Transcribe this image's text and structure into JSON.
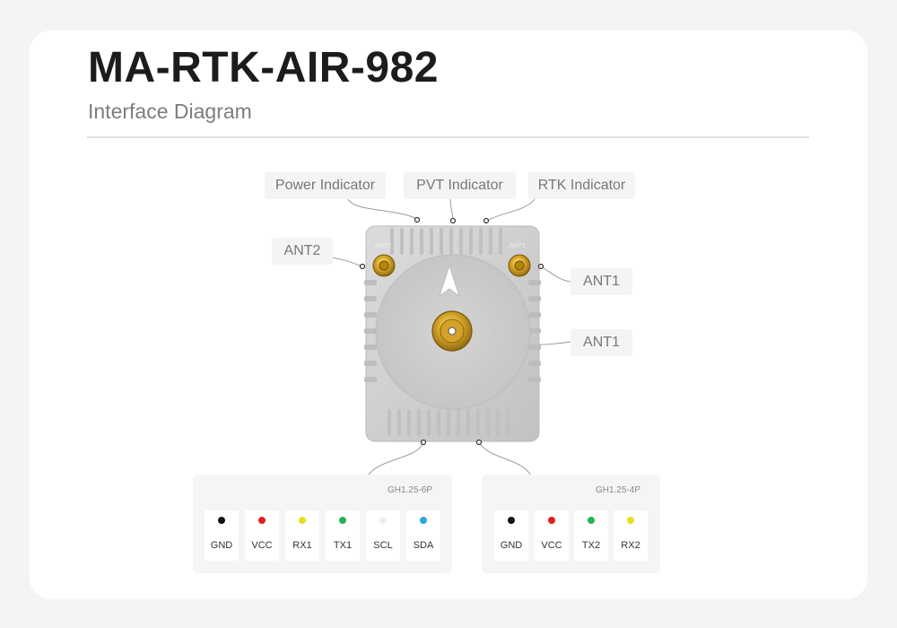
{
  "header": {
    "title": "MA-RTK-AIR-982",
    "subtitle": "Interface Diagram"
  },
  "labels": {
    "power": "Power Indicator",
    "pvt": "PVT Indicator",
    "rtk": "RTK Indicator",
    "ant2": "ANT2",
    "ant1_side": "ANT1",
    "ant1_center": "ANT1"
  },
  "module": {
    "engraving_left": "ANT2",
    "engraving_right": "ANT1"
  },
  "connectors": [
    {
      "tag": "GH1.25-6P",
      "pins": [
        {
          "name": "GND",
          "color": "#111111"
        },
        {
          "name": "VCC",
          "color": "#e02020"
        },
        {
          "name": "RX1",
          "color": "#e8df1c"
        },
        {
          "name": "TX1",
          "color": "#25b357"
        },
        {
          "name": "SCL",
          "color": "#eeeeee"
        },
        {
          "name": "SDA",
          "color": "#29a8e0"
        }
      ]
    },
    {
      "tag": "GH1.25-4P",
      "pins": [
        {
          "name": "GND",
          "color": "#111111"
        },
        {
          "name": "VCC",
          "color": "#e02020"
        },
        {
          "name": "TX2",
          "color": "#25b357"
        },
        {
          "name": "RX2",
          "color": "#e8df1c"
        }
      ]
    }
  ]
}
